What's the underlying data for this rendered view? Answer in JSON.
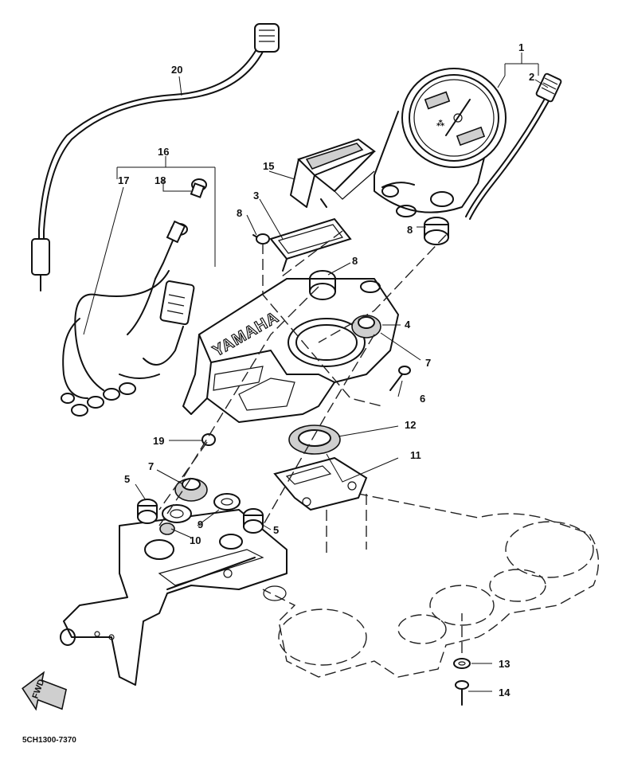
{
  "callouts": {
    "c1": "1",
    "c2": "2",
    "c3": "3",
    "c4": "4",
    "c5a": "5",
    "c5b": "5",
    "c6": "6",
    "c7a": "7",
    "c7b": "7",
    "c8a": "8",
    "c8b": "8",
    "c8c": "8",
    "c9": "9",
    "c10": "10",
    "c11": "11",
    "c12": "12",
    "c13": "13",
    "c14": "14",
    "c15": "15",
    "c16": "16",
    "c17": "17",
    "c18": "18",
    "c19": "19",
    "c20": "20"
  },
  "brand_mark": "YAMAHA",
  "fwd_mark": "FWD",
  "diagram_code": "5CH1300-7370"
}
